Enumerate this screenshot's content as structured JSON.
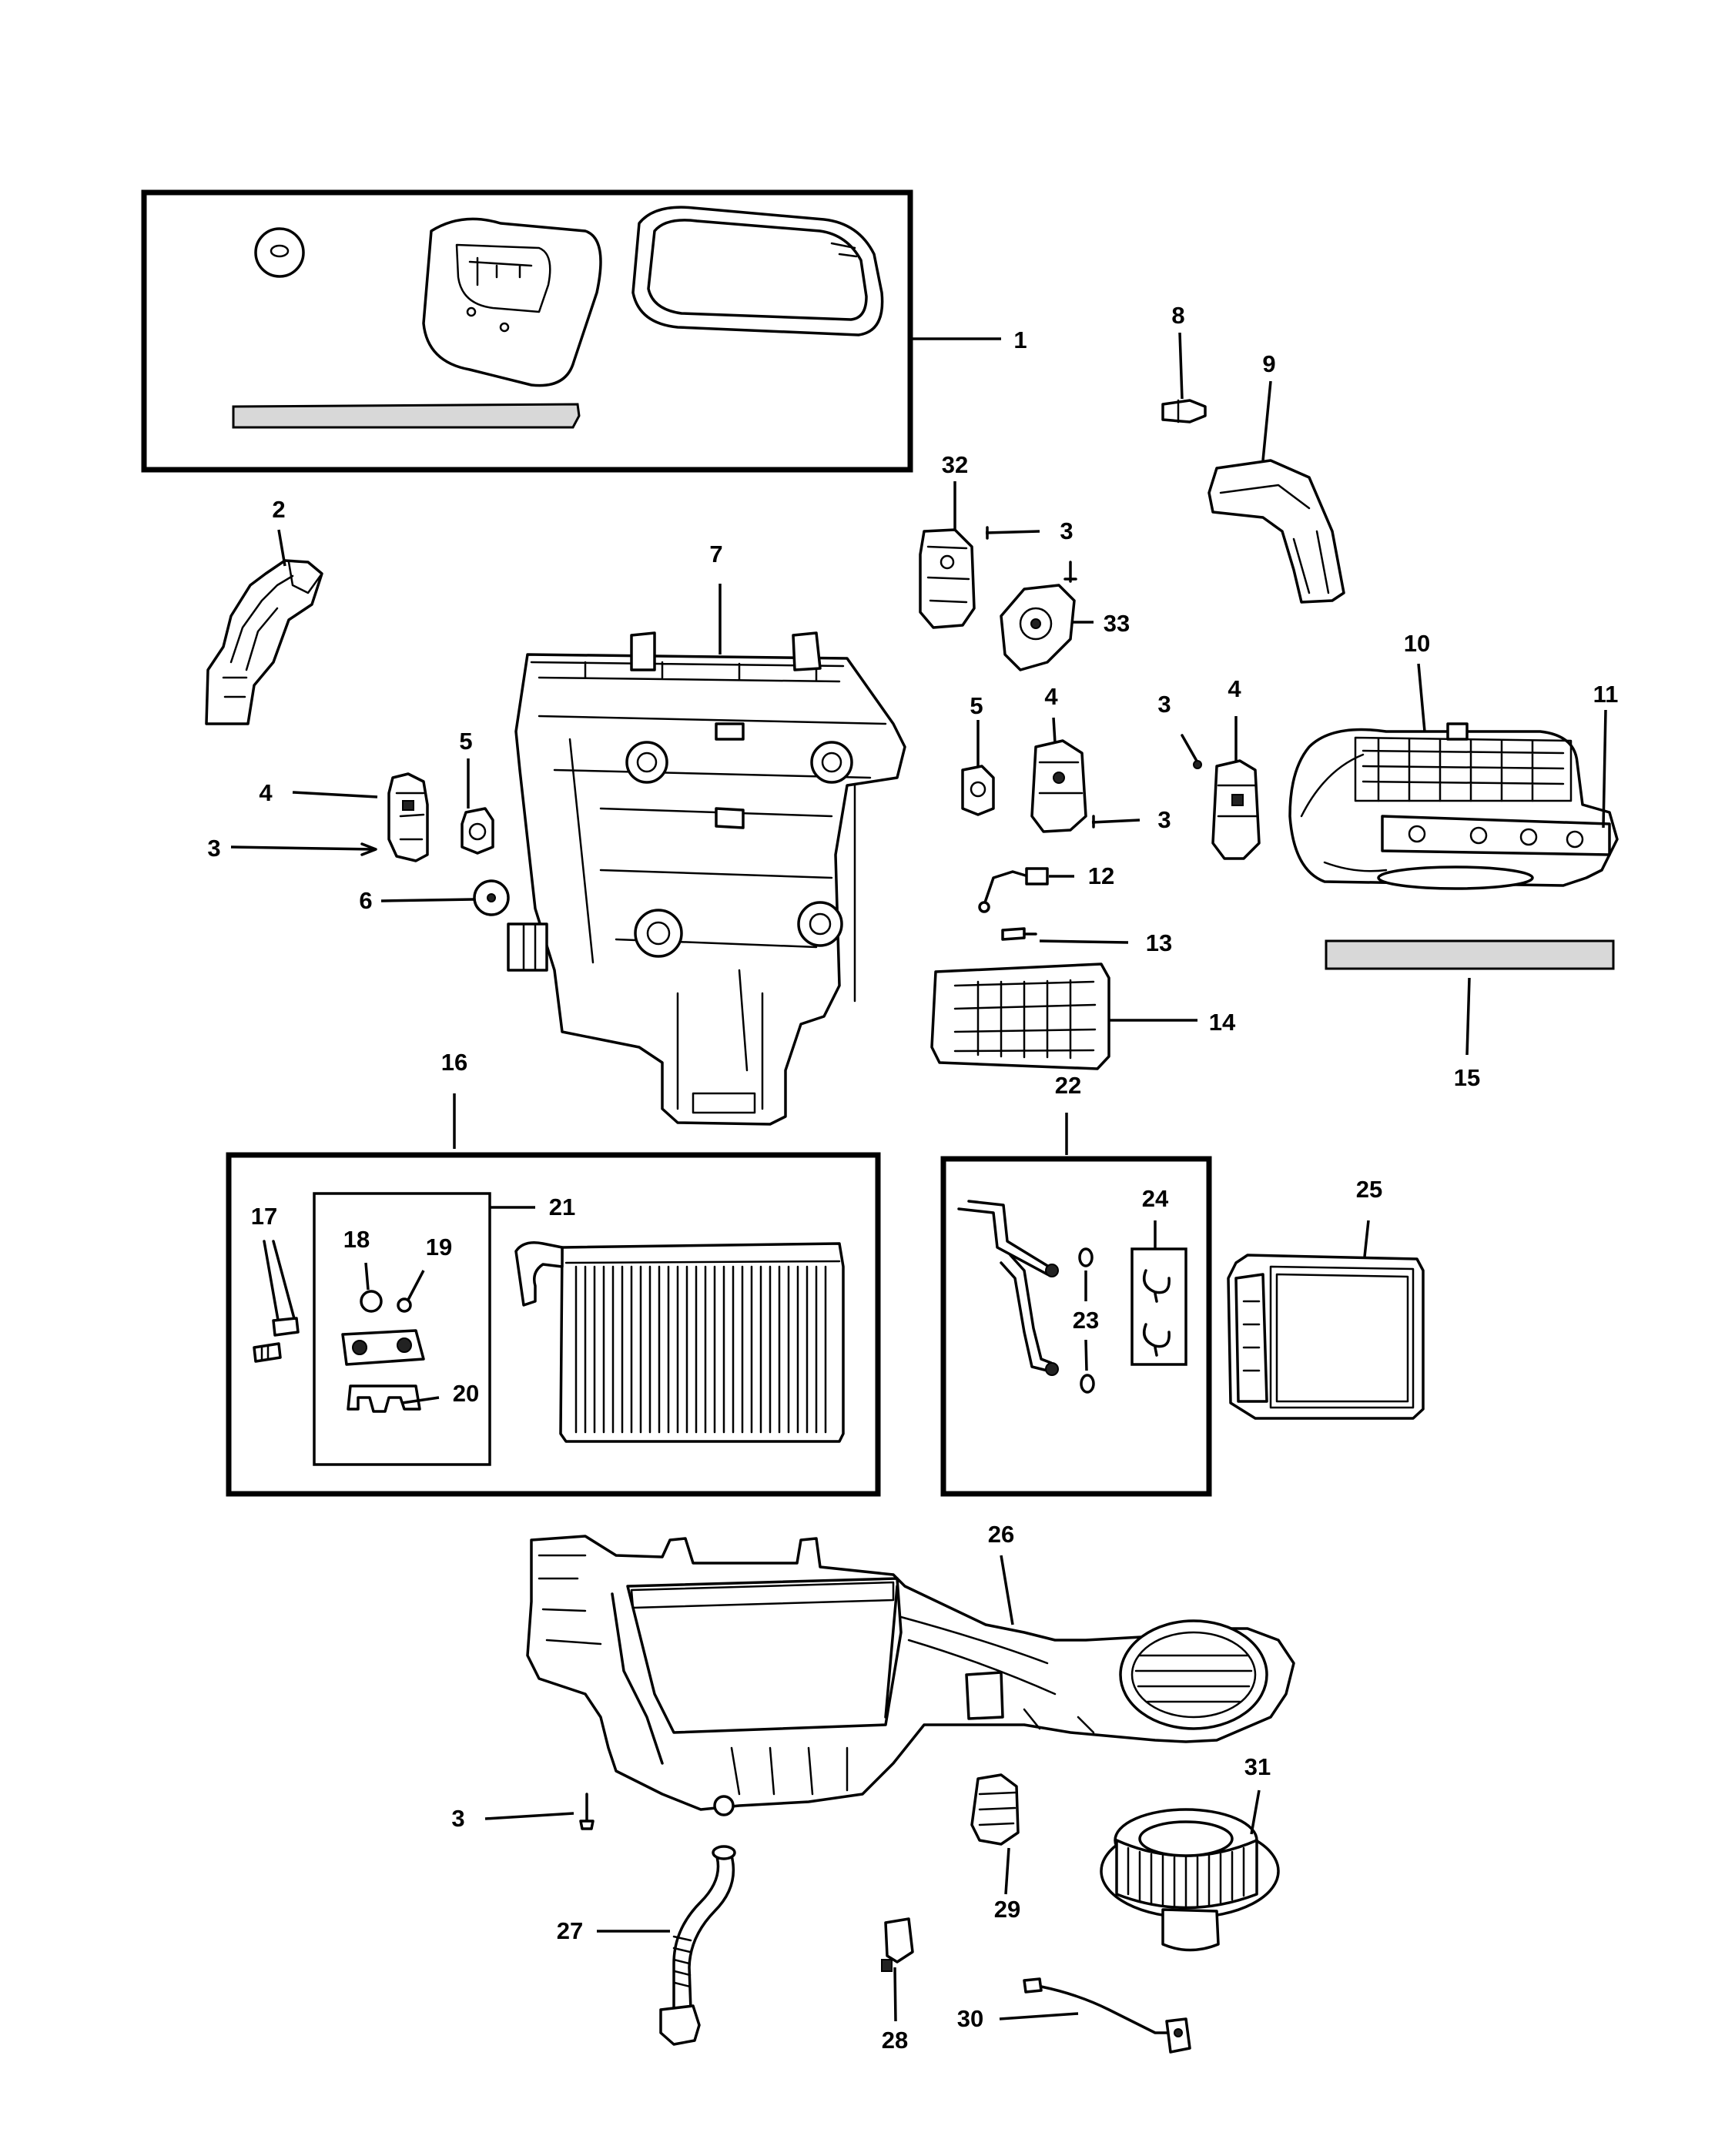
{
  "callouts": {
    "c1": "1",
    "c2": "2",
    "c3a": "3",
    "c3b": "3",
    "c3c": "3",
    "c3d": "3",
    "c3e": "3",
    "c4a": "4",
    "c4b": "4",
    "c4c": "4",
    "c5a": "5",
    "c5b": "5",
    "c6": "6",
    "c7": "7",
    "c8": "8",
    "c9": "9",
    "c10": "10",
    "c11": "11",
    "c12": "12",
    "c13": "13",
    "c14": "14",
    "c15": "15",
    "c16": "16",
    "c17": "17",
    "c18": "18",
    "c19": "19",
    "c20": "20",
    "c21": "21",
    "c22": "22",
    "c23": "23",
    "c24": "24",
    "c25": "25",
    "c26": "26",
    "c27": "27",
    "c28": "28",
    "c29": "29",
    "c30": "30",
    "c31": "31",
    "c32": "32",
    "c33": "33"
  }
}
